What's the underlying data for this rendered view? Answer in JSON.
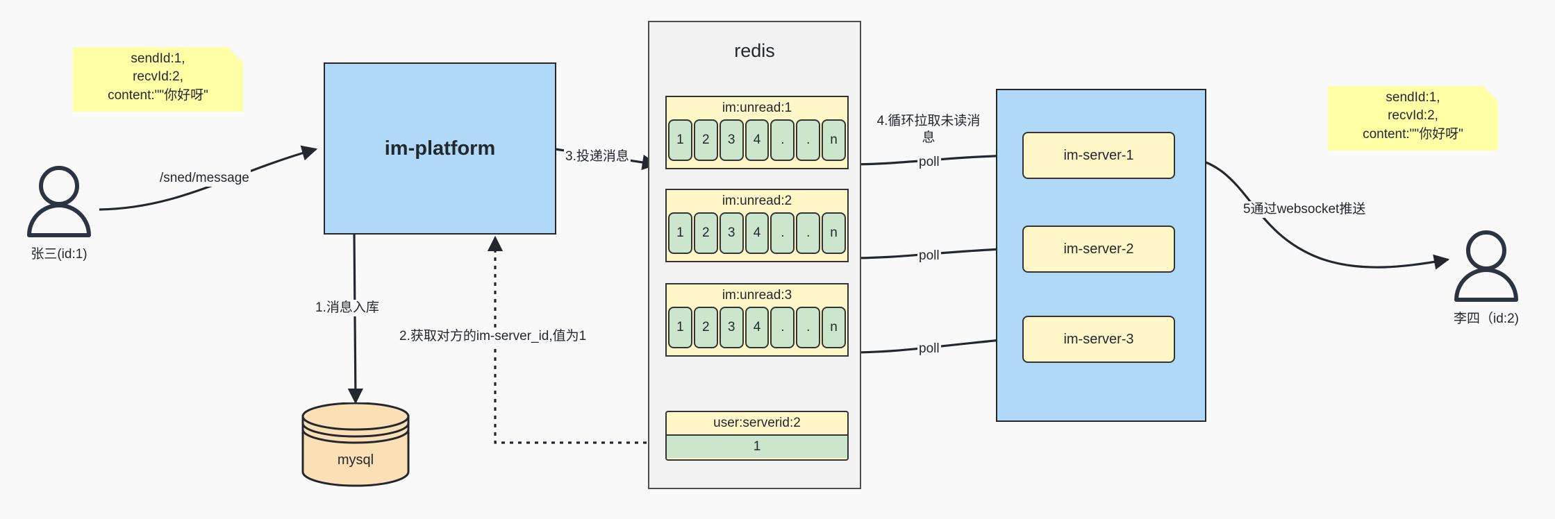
{
  "diagram": {
    "title": "IM message delivery architecture",
    "colors": {
      "background": "#f9f9f9",
      "note_yellow": "#ffffa6",
      "blue_fill": "#b0d9f7",
      "redis_fill": "#f2f2f2",
      "queue_yellow": "#fff7c7",
      "cell_green": "#cce5cd",
      "mysql_orange": "#fbdfb5",
      "stroke": "#23272e"
    }
  },
  "notes": {
    "left": "sendId:1,\nrecvId:2,\ncontent:\"\"你好呀\"",
    "right": "sendId:1,\nrecvId:2,\ncontent:\"\"你好呀\""
  },
  "actors": {
    "sender": {
      "label": "张三(id:1)",
      "icon": "user-icon"
    },
    "receiver": {
      "label": "李四（id:2)",
      "icon": "user-icon"
    }
  },
  "platform": {
    "label": "im-platform"
  },
  "mysql": {
    "label": "mysql"
  },
  "redis": {
    "title": "redis",
    "queues": [
      {
        "key": "im:unread:1",
        "cells": [
          "1",
          "2",
          "3",
          "4",
          ".",
          ".",
          "n"
        ]
      },
      {
        "key": "im:unread:2",
        "cells": [
          "1",
          "2",
          "3",
          "4",
          ".",
          ".",
          "n"
        ]
      },
      {
        "key": "im:unread:3",
        "cells": [
          "1",
          "2",
          "3",
          "4",
          ".",
          ".",
          "n"
        ]
      }
    ],
    "kv": {
      "key": "user:serverid:2",
      "value": "1"
    }
  },
  "servers": [
    {
      "label": "im-server-1"
    },
    {
      "label": "im-server-2"
    },
    {
      "label": "im-server-3"
    }
  ],
  "edges": {
    "send_message": "/sned/message",
    "step1": "1.消息入库",
    "step2": "2.获取对方的im-server_id,值为1",
    "step3": "3.投递消息",
    "step4": "4.循环拉取未读消息",
    "poll1": "poll",
    "poll2": "poll",
    "poll3": "poll",
    "step5": "5通过websocket推送"
  }
}
